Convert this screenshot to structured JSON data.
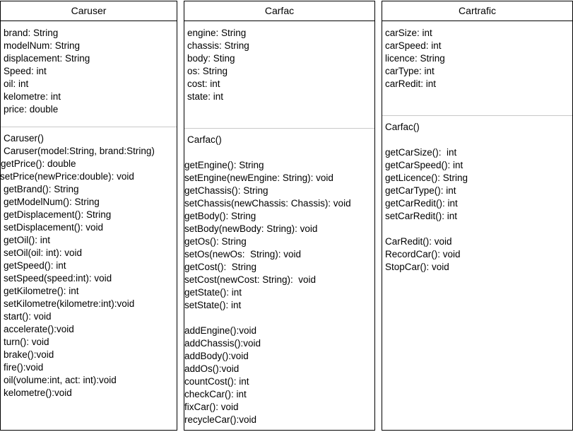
{
  "classes": [
    {
      "name": "Caruser",
      "attributes": [
        "brand: String",
        "modelNum: String",
        "displacement: String",
        "Speed: int",
        "oil: int",
        "kelometre: int",
        "price: double"
      ],
      "operations": [
        "Caruser()",
        "Caruser(model:String, brand:String)",
        "getPrice(): double",
        "setPrice(newPrice:double): void",
        "getBrand(): String",
        "getModelNum(): String",
        "getDisplacement(): String",
        "setDisplacement(): void",
        "getOil(): int",
        "setOil(oil: int): void",
        "getSpeed(): int",
        "setSpeed(speed:int): void",
        "getKilometre(): int",
        "setKilometre(kilometre:int):void",
        "start(): void",
        "accelerate():void",
        "turn(): void",
        "brake():void",
        "fire():void",
        "oil(volume:int, act: int):void",
        "kelometre():void"
      ]
    },
    {
      "name": "Carfac",
      "attributes": [
        "engine: String",
        "chassis: String",
        "body: Sting",
        "os: String",
        "cost: int",
        "state: int"
      ],
      "operations": [
        "Carfac()",
        "",
        "getEngine(): String",
        "setEngine(newEngine: String): void",
        "getChassis(): String",
        "setChassis(newChassis: Chassis): void",
        "getBody(): String",
        "setBody(newBody: String): void",
        "getOs(): String",
        "setOs(newOs:  String): void",
        "getCost():  String",
        "setCost(newCost: String):  void",
        "getState(): int",
        "setState(): int",
        "",
        "addEngine():void",
        "addChassis():void",
        "addBody():void",
        "addOs():void",
        "countCost(): int",
        "checkCar(): int",
        "fixCar(): void",
        "recycleCar():void"
      ]
    },
    {
      "name": "Cartrafic",
      "attributes": [
        "carSize: int",
        "carSpeed: int",
        "licence: String",
        "carType: int",
        "carRedit: int"
      ],
      "operations": [
        "Carfac()",
        "",
        "getCarSize():  int",
        "getCarSpeed(): int",
        "getLicence(): String",
        "getCarType(): int",
        "getCarRedit(): int",
        "setCarRedit(): int",
        "",
        "CarRedit(): void",
        "RecordCar(): void",
        "StopCar(): void"
      ]
    }
  ]
}
